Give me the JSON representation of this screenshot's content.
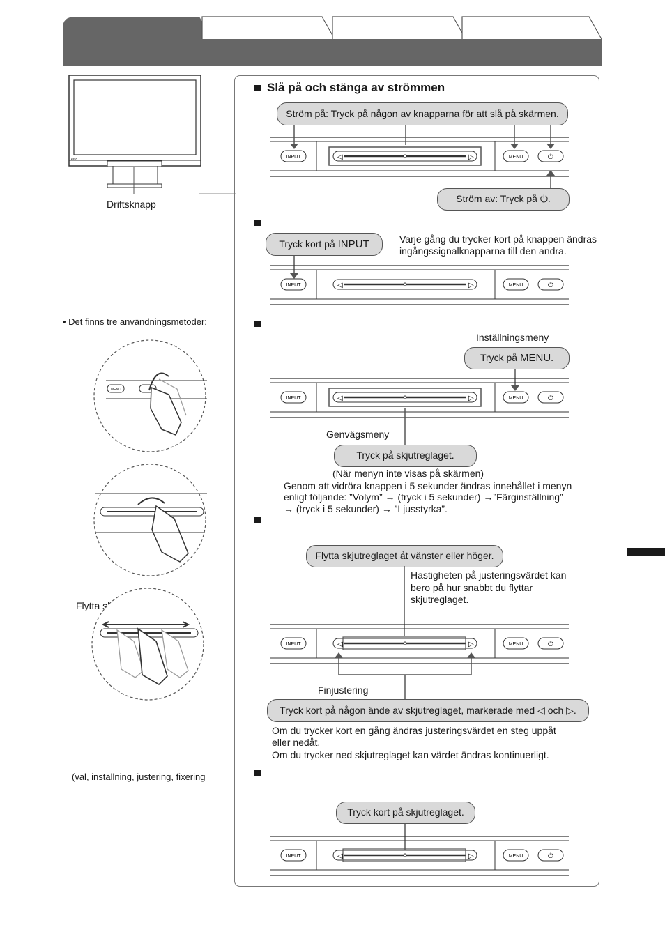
{
  "left": {
    "power_button_label": "Driftsknapp",
    "usage_methods_intro": "• Det finns tre användningsmetoder:",
    "slide_caption": "Flytta skjutreglaget",
    "final_caption": "(val, inställning, justering, fixering"
  },
  "section_power": {
    "title": "Slå på och stänga av strömmen",
    "power_on_callout": "Ström på: Tryck på någon av knapparna för att slå på skärmen.",
    "power_off_callout": "Ström av: Tryck på",
    "power_off_suffix": "."
  },
  "section_input": {
    "callout_prefix": "Tryck kort på",
    "callout_key": "INPUT",
    "description_line1": "Varje gång du trycker kort på knappen ändras",
    "description_line2": "ingångssignalknapparna till den andra."
  },
  "section_menu": {
    "settings_menu_label": "Inställningsmeny",
    "callout_prefix": "Tryck på",
    "callout_key": "MENU",
    "callout_suffix": ".",
    "shortcut_menu_label": "Genvägsmeny",
    "slider_callout": "Tryck på skjutreglaget.",
    "note": "(När menyn inte visas på skärmen)",
    "description_line1": "Genom att vidröra knappen i 5 sekunder ändras innehållet i menyn",
    "description_line2": "enligt följande: ”Volym” → (tryck i 5 sekunder) →”Färginställning”",
    "description_line3": "→ (tryck i 5 sekunder) → ”Ljusstyrka”."
  },
  "section_slider": {
    "callout": "Flytta skjutreglaget åt vänster eller höger.",
    "speed_line1": "Hastigheten på justeringsvärdet kan",
    "speed_line2": "bero på hur snabbt du flyttar",
    "speed_line3": "skjutreglaget.",
    "fine_label": "Finjustering",
    "fine_callout": "Tryck kort på någon ände av skjutreglaget, markerade med ◁ och ▷.",
    "fine_line1": "Om du trycker kort en gång ändras justeringsvärdet en steg uppåt",
    "fine_line2": "eller nedåt.",
    "fine_line3": "Om du trycker ned skjutreglaget kan värdet ändras kontinuerligt."
  },
  "section_confirm": {
    "callout": "Tryck kort på skjutreglaget."
  },
  "controls": {
    "input_label": "INPUT",
    "menu_label": "MENU",
    "left_arrow": "◁",
    "right_arrow": "▷",
    "power_symbol": "⏻"
  }
}
